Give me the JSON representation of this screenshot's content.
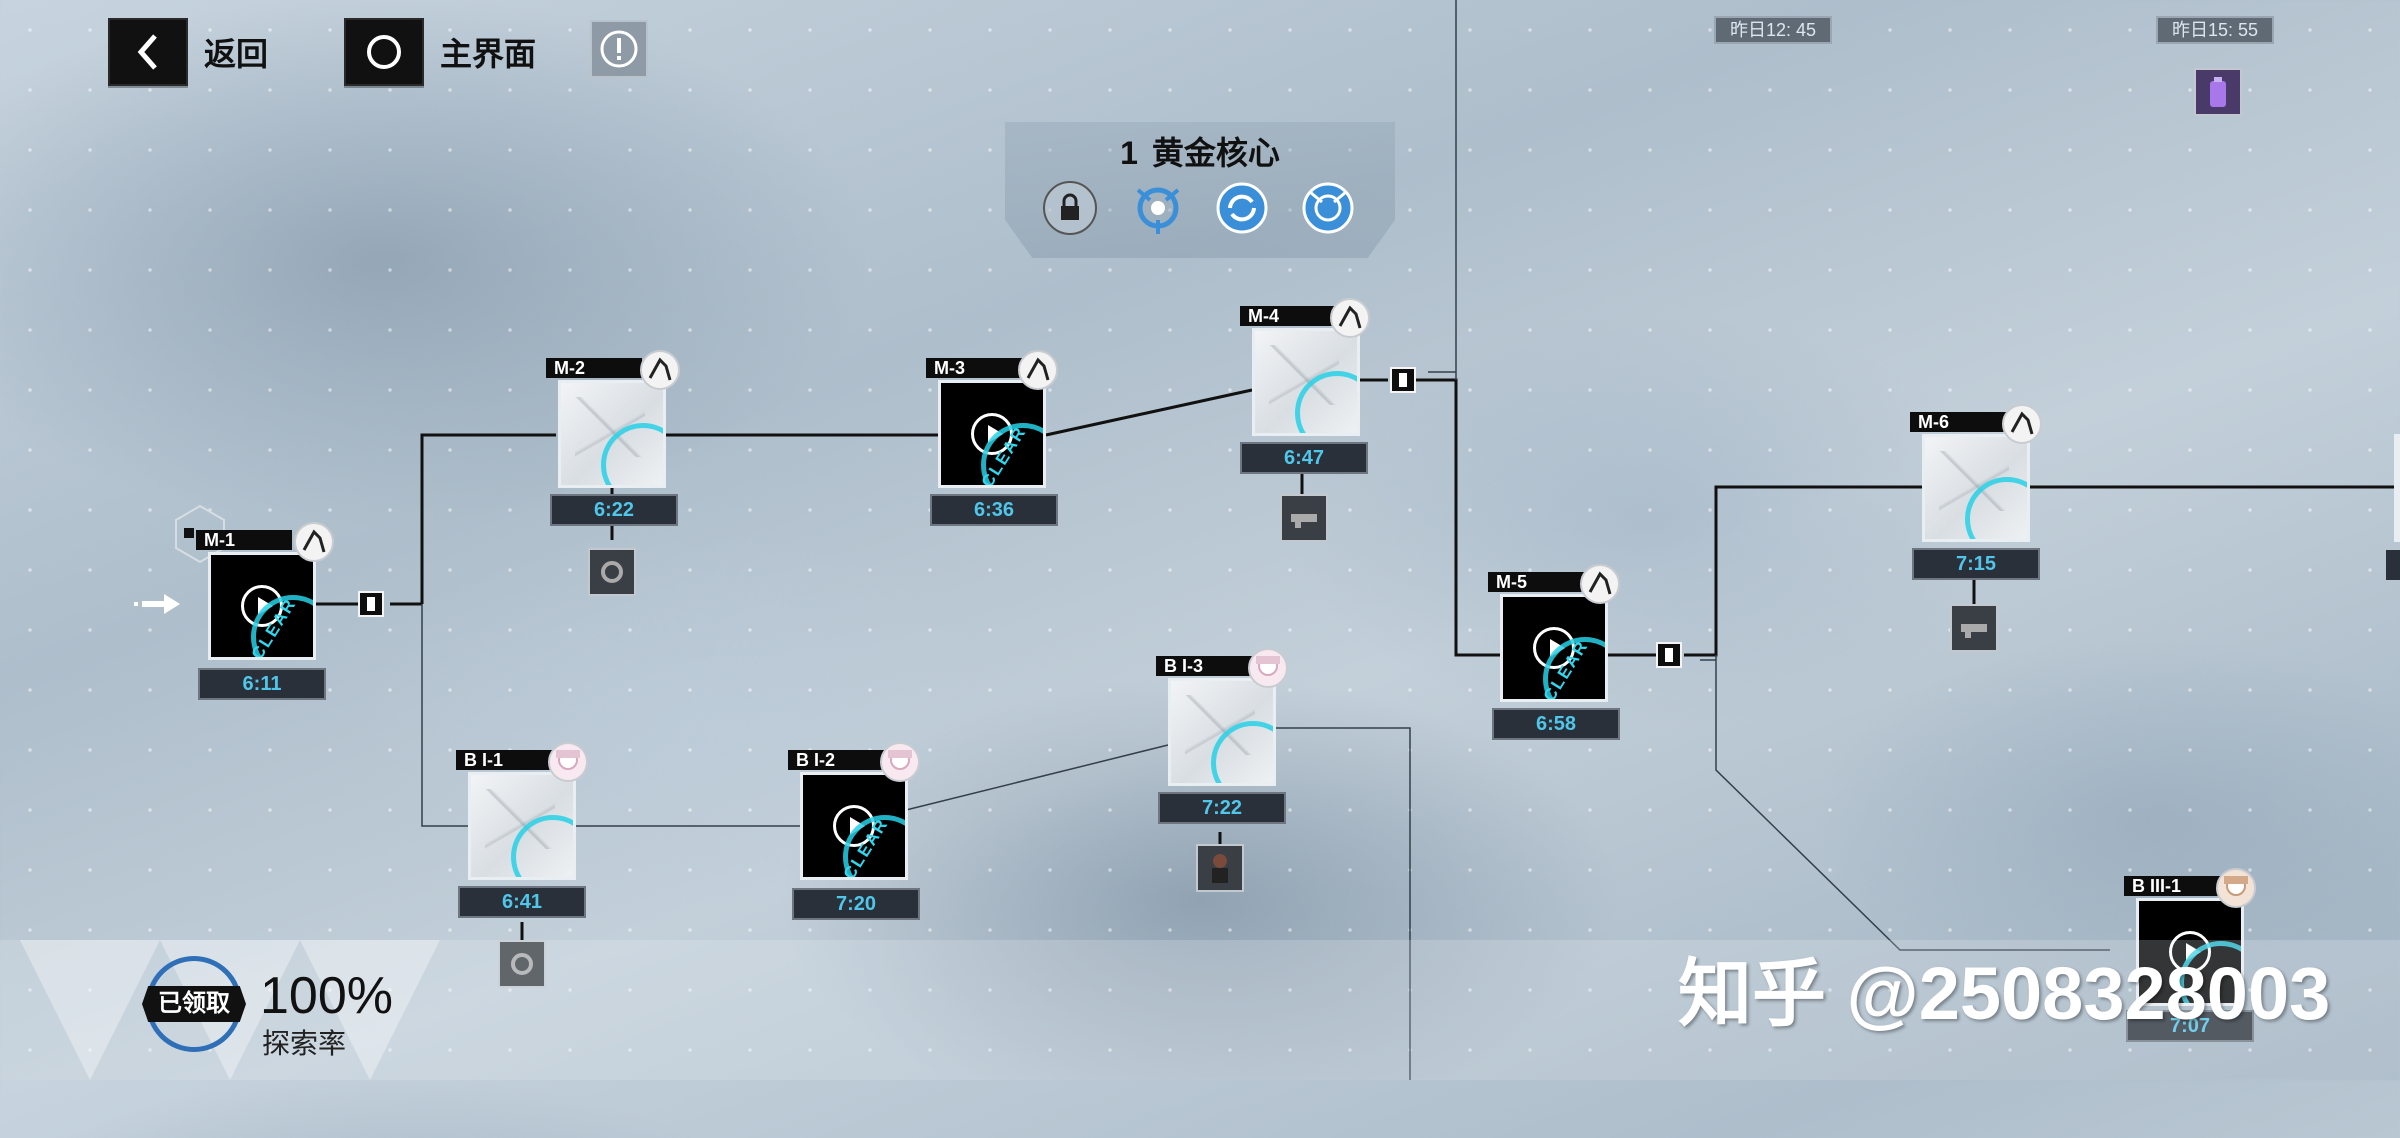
{
  "top_bar": {
    "back_label": "返回",
    "home_label": "主界面"
  },
  "chapter": {
    "number": "1",
    "title": "黄金核心",
    "objective_icons": [
      "lock-icon",
      "target-icon",
      "refresh-icon",
      "target-icon"
    ]
  },
  "timestamps": [
    "昨日12: 45",
    "昨日15: 55"
  ],
  "stages": [
    {
      "id": "m1",
      "code": "M-1",
      "time": "6:11",
      "style": "dark"
    },
    {
      "id": "m2",
      "code": "M-2",
      "time": "6:22",
      "style": "light"
    },
    {
      "id": "m3",
      "code": "M-3",
      "time": "6:36",
      "style": "dark"
    },
    {
      "id": "m4",
      "code": "M-4",
      "time": "6:47",
      "style": "light"
    },
    {
      "id": "m5",
      "code": "M-5",
      "time": "6:58",
      "style": "dark"
    },
    {
      "id": "m6",
      "code": "M-6",
      "time": "7:15",
      "style": "light"
    },
    {
      "id": "b1",
      "code": "B I-1",
      "time": "6:41",
      "style": "light"
    },
    {
      "id": "b2",
      "code": "B I-2",
      "time": "7:20",
      "style": "dark"
    },
    {
      "id": "b3",
      "code": "B I-3",
      "time": "7:22",
      "style": "light"
    },
    {
      "id": "b31",
      "code": "B III-1",
      "time": "7:07",
      "style": "dark"
    }
  ],
  "clear_label": "CLEAR",
  "exploration": {
    "claim_label": "已领取",
    "rate": "100%",
    "rate_label": "探索率"
  },
  "watermark": "知乎 @2508328003",
  "colors": {
    "accent_cyan": "#27d0e6",
    "time_text": "#4fc6ea",
    "node_dark": "#0d0d0d"
  }
}
